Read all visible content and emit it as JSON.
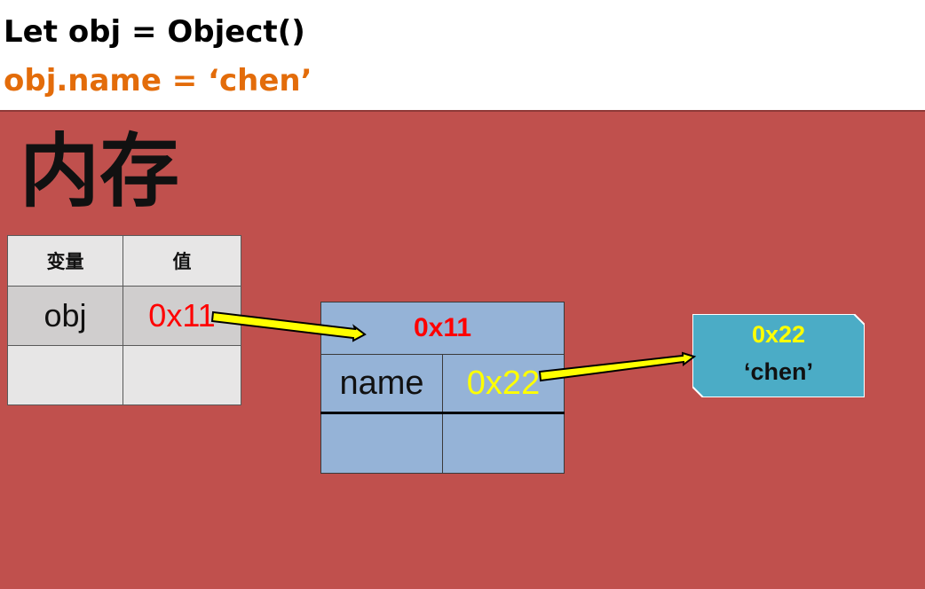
{
  "code": {
    "line1": "Let obj = Object()",
    "line2": "obj.name = ‘chen’"
  },
  "memory": {
    "title": "内存",
    "variable_table": {
      "headers": [
        "变量",
        "值"
      ],
      "rows": [
        [
          "obj",
          "0x11"
        ],
        [
          "",
          ""
        ]
      ]
    },
    "heap_object": {
      "address": "0x11",
      "properties": [
        {
          "key": "name",
          "value": "0x22"
        }
      ]
    },
    "string_value": {
      "address": "0x22",
      "value": "‘chen’"
    }
  },
  "colors": {
    "panel": "#c0504d",
    "code_line2": "#e36c0a",
    "heap_object": "#95b3d7",
    "string_box": "#4bacc6",
    "arrow_fill": "#ffff00",
    "address_red": "#ff0000"
  }
}
